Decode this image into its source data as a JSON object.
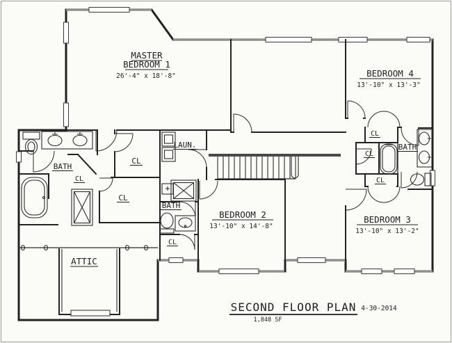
{
  "colors": {
    "paper": "#fbfbf8",
    "ink": "#222222",
    "wall_gray": "#8f8f8f"
  },
  "plan": {
    "master_bedroom": {
      "name_line1": "MASTER",
      "name_line2": "BEDROOM 1",
      "dims": "26'-4\" x 18'-8\""
    },
    "bedroom_2": {
      "name": "BEDROOM 2",
      "dims": "13'-10\" x 14'-8\""
    },
    "bedroom_3": {
      "name": "BEDROOM 3",
      "dims": "13'-10\" x 13'-2\""
    },
    "bedroom_4": {
      "name": "BEDROOM 4",
      "dims": "13'-10\" x 13'-3\""
    },
    "bath_label": "BATH",
    "laundry_label": "LAUN.",
    "closet_label": "CL",
    "attic_label": "ATTIC"
  },
  "title_block": {
    "title": "SECOND FLOOR PLAN",
    "date": "4-30-2014",
    "area": "1,848 SF"
  }
}
